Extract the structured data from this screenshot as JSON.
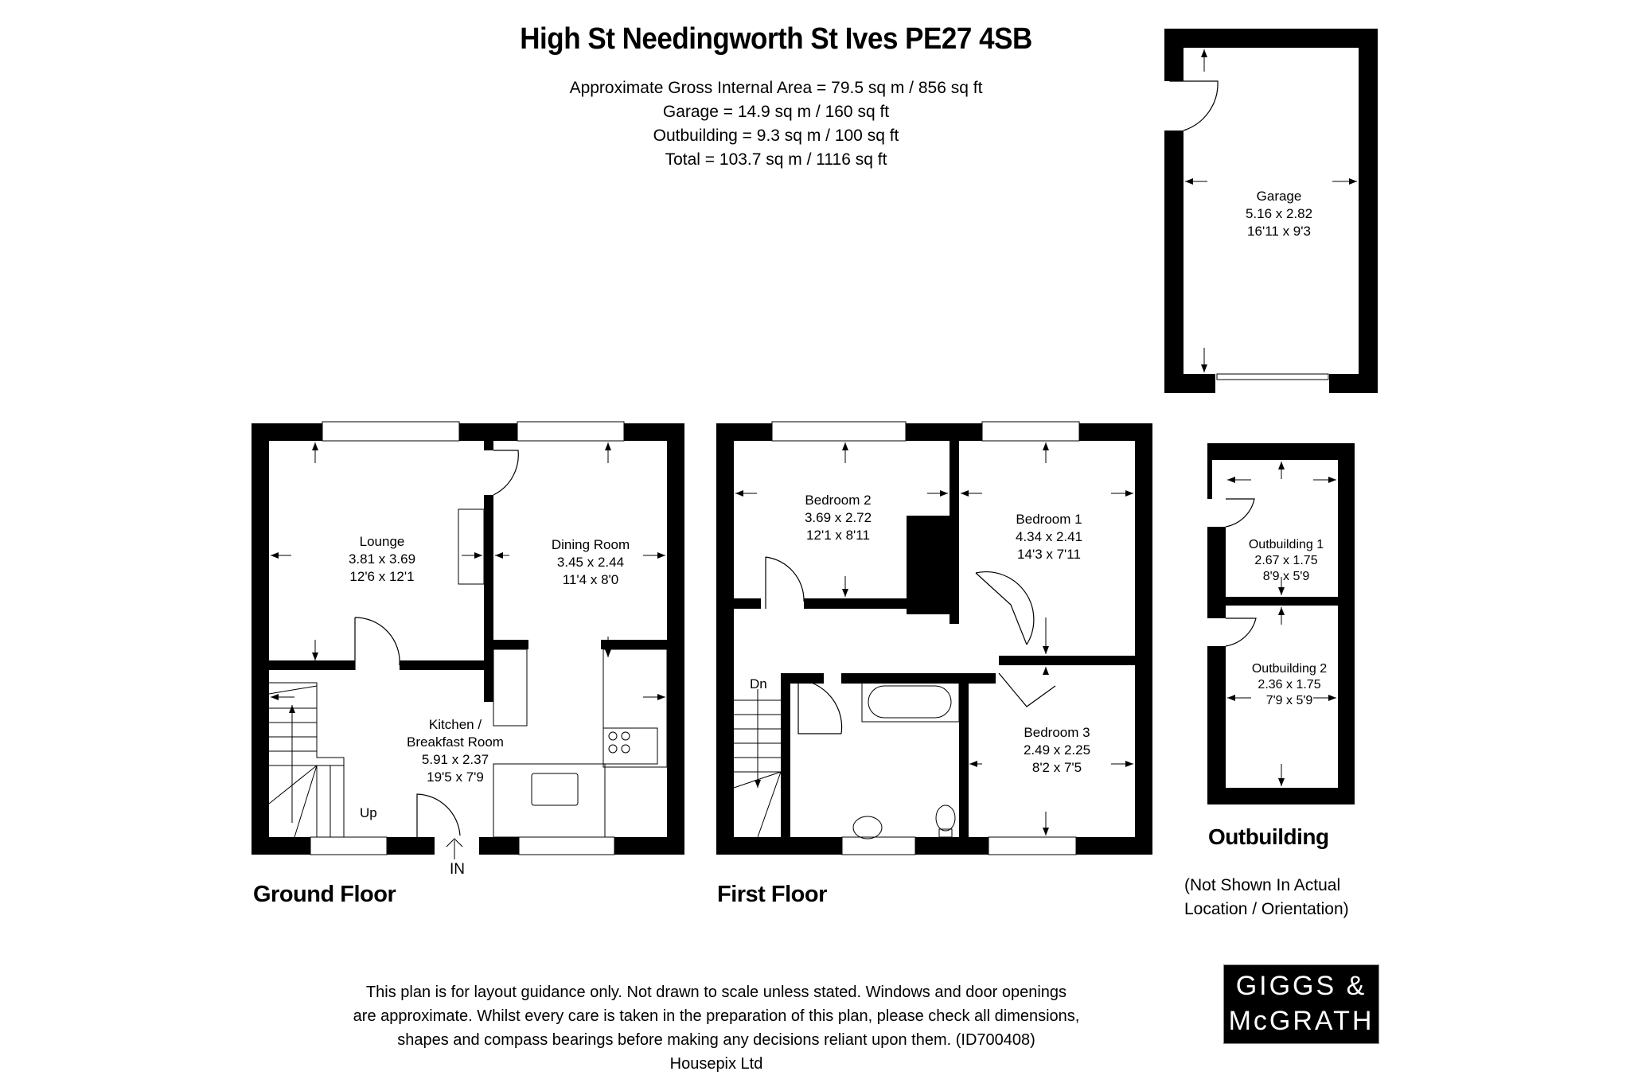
{
  "header": {
    "title": "High St Needingworth St Ives PE27 4SB",
    "areas": [
      "Approximate Gross Internal Area = 79.5 sq m / 856 sq ft",
      "Garage = 14.9 sq m / 160 sq ft",
      "Outbuilding = 9.3 sq m / 100 sq ft",
      "Total = 103.7 sq m / 1116 sq ft"
    ]
  },
  "ground_floor": {
    "label": "Ground Floor",
    "entrance_label": "IN",
    "stairs_label": "Up",
    "rooms": [
      {
        "name": "Lounge",
        "metric": "3.81 x 3.69",
        "imperial": "12'6 x 12'1"
      },
      {
        "name": "Dining Room",
        "metric": "3.45 x 2.44",
        "imperial": "11'4 x 8'0"
      },
      {
        "name": "Kitchen /",
        "name2": "Breakfast Room",
        "metric": "5.91 x 2.37",
        "imperial": "19'5 x 7'9"
      }
    ]
  },
  "first_floor": {
    "label": "First Floor",
    "stairs_label": "Dn",
    "rooms": [
      {
        "name": "Bedroom 2",
        "metric": "3.69 x 2.72",
        "imperial": "12'1 x 8'11"
      },
      {
        "name": "Bedroom 1",
        "metric": "4.34 x 2.41",
        "imperial": "14'3 x 7'11"
      },
      {
        "name": "Bedroom 3",
        "metric": "2.49 x 2.25",
        "imperial": "8'2 x 7'5"
      }
    ]
  },
  "garage": {
    "name": "Garage",
    "metric": "5.16 x 2.82",
    "imperial": "16'11 x 9'3"
  },
  "outbuilding": {
    "label": "Outbuilding",
    "note_line1": "(Not Shown In Actual",
    "note_line2": "Location / Orientation)",
    "rooms": [
      {
        "name": "Outbuilding 1",
        "metric": "2.67 x 1.75",
        "imperial": "8'9 x 5'9"
      },
      {
        "name": "Outbuilding 2",
        "metric": "2.36 x 1.75",
        "imperial": "7'9 x 5'9"
      }
    ]
  },
  "footer": {
    "disclaimer": [
      "This plan is for layout guidance only. Not drawn to scale unless stated. Windows and door openings",
      "are approximate. Whilst every care is taken in the preparation of this plan, please check all dimensions,",
      "shapes and compass bearings before making any decisions reliant upon them. (ID700408)",
      "Housepix Ltd"
    ],
    "logo_line1": "GIGGS &",
    "logo_line2": "McGRATH"
  },
  "colors": {
    "wall": "#000000",
    "background": "#ffffff",
    "logo_bg": "#000000",
    "logo_text": "#ffffff"
  }
}
